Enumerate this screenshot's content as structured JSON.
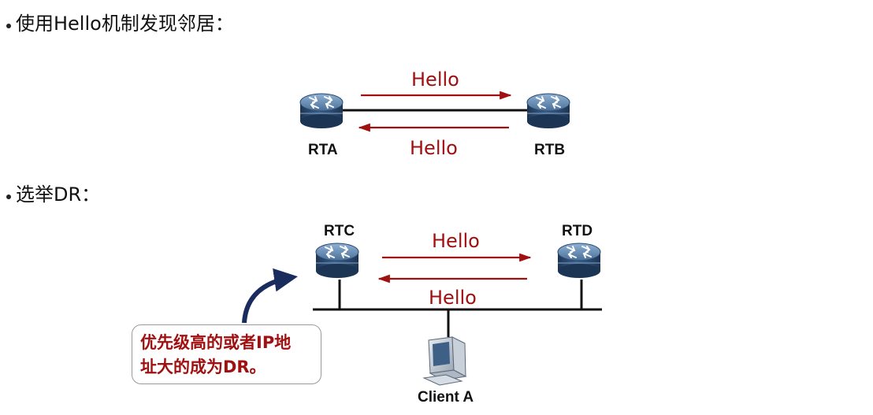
{
  "section1": {
    "title": "使用Hello机制发现邻居："
  },
  "section2": {
    "title": "选举DR："
  },
  "diagram1": {
    "router_left": "RTA",
    "router_right": "RTB",
    "hello_top": "Hello",
    "hello_bottom": "Hello"
  },
  "diagram2": {
    "router_left": "RTC",
    "router_right": "RTD",
    "hello_top": "Hello",
    "hello_bottom": "Hello",
    "client": "Client A",
    "callout_line1": "优先级高的或者IP地",
    "callout_line2": "址大的成为DR。"
  },
  "colors": {
    "arrow": "#a01010",
    "router_body": "#2f4f75",
    "callout_arrow": "#1a2c5e"
  }
}
